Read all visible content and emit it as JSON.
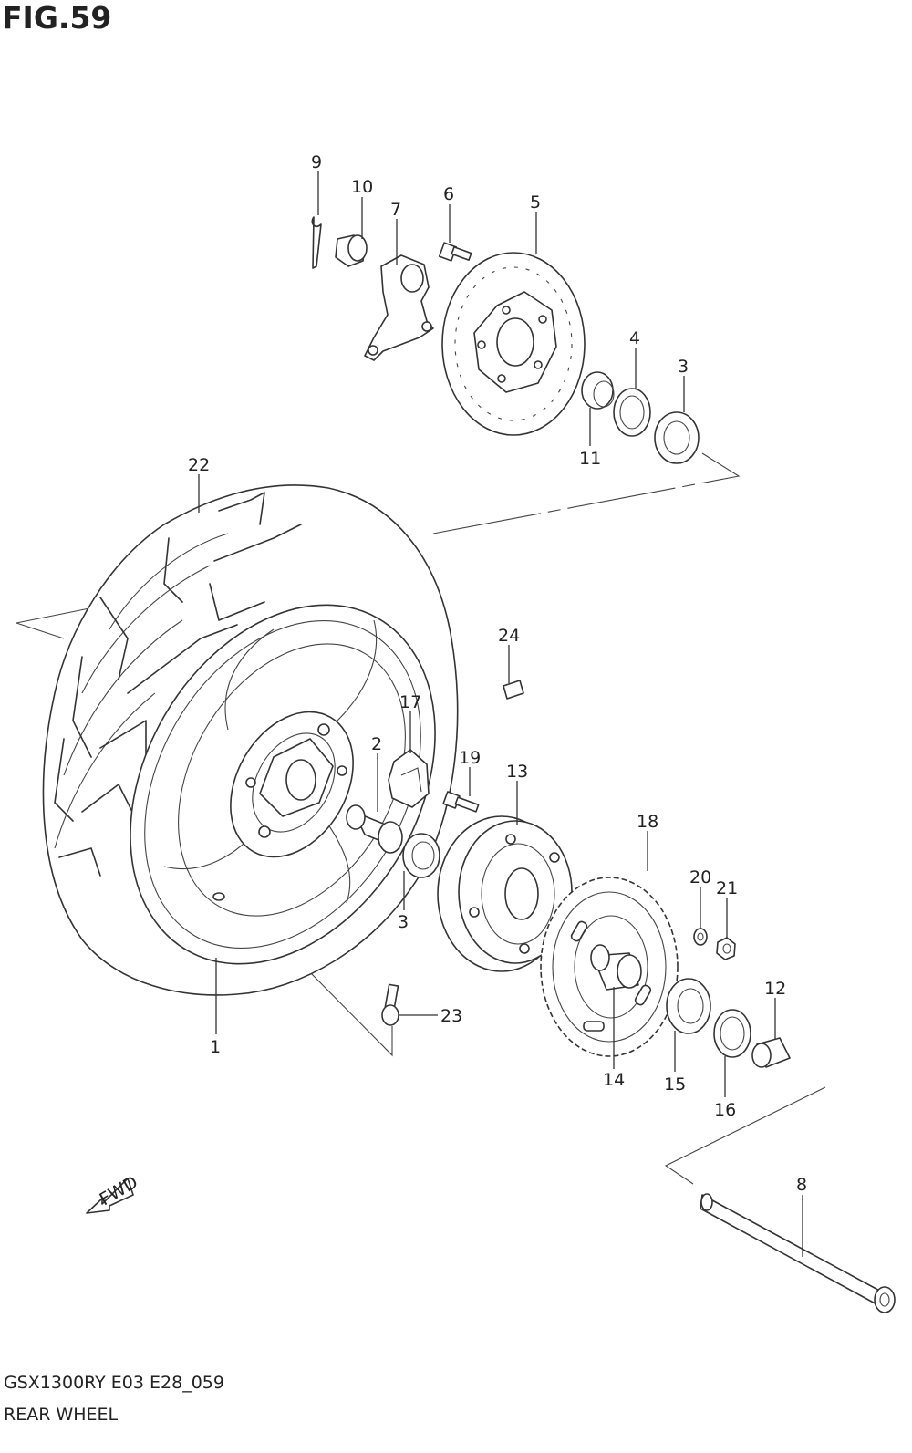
{
  "figure": {
    "title": "FIG.59",
    "model_code": "GSX1300RY E03 E28_059",
    "section_name": "REAR WHEEL"
  },
  "fwd_label": "FWD",
  "parts": [
    {
      "id": "1"
    },
    {
      "id": "2"
    },
    {
      "id": "3"
    },
    {
      "id": "4"
    },
    {
      "id": "5"
    },
    {
      "id": "6"
    },
    {
      "id": "7"
    },
    {
      "id": "8"
    },
    {
      "id": "9"
    },
    {
      "id": "10"
    },
    {
      "id": "11"
    },
    {
      "id": "12"
    },
    {
      "id": "13"
    },
    {
      "id": "14"
    },
    {
      "id": "15"
    },
    {
      "id": "16"
    },
    {
      "id": "17"
    },
    {
      "id": "18"
    },
    {
      "id": "19"
    },
    {
      "id": "20"
    },
    {
      "id": "21"
    },
    {
      "id": "22"
    },
    {
      "id": "23"
    },
    {
      "id": "24"
    }
  ],
  "labels": {
    "l1": "1",
    "l2": "2",
    "l3a": "3",
    "l3b": "3",
    "l4": "4",
    "l5": "5",
    "l6": "6",
    "l7": "7",
    "l8": "8",
    "l9": "9",
    "l10": "10",
    "l11": "11",
    "l12": "12",
    "l13": "13",
    "l14": "14",
    "l15": "15",
    "l16": "16",
    "l17": "17",
    "l18": "18",
    "l19": "19",
    "l20": "20",
    "l21": "21",
    "l22": "22",
    "l23": "23",
    "l24": "24"
  }
}
